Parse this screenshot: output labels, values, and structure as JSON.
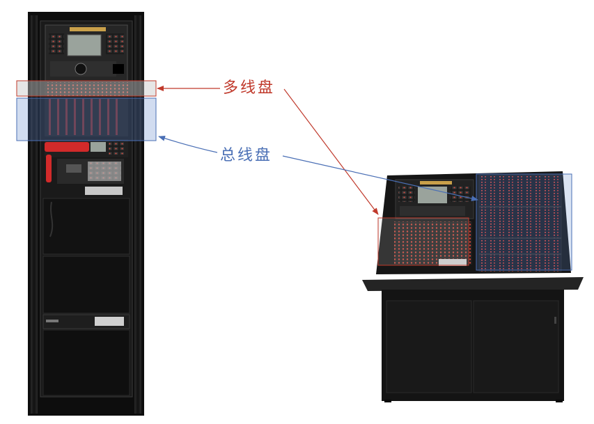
{
  "labels": {
    "multi_line_panel": "多线盘",
    "bus_panel": "总线盘"
  },
  "colors": {
    "multi_line": "#c0392b",
    "bus": "#4a6fb5",
    "cabinet": "#141414",
    "background": "#ffffff"
  },
  "equipment": [
    {
      "id": "rack-cabinet",
      "kind": "vertical fire alarm control cabinet"
    },
    {
      "id": "desk-console",
      "kind": "console-style fire alarm controller"
    }
  ]
}
